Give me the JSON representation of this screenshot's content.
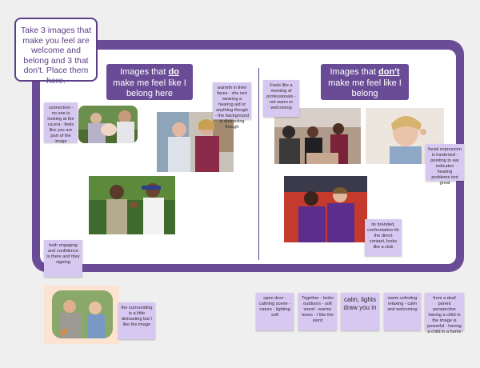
{
  "instruction": "Take 3 images that make you feel are welcome and belong and 3 that don't. Place them here.",
  "left_header": {
    "prefix": "Images that ",
    "emph": "do",
    "suffix": " make me feel like I belong here"
  },
  "right_header": {
    "prefix": "Images that ",
    "emph": "don't",
    "suffix": " make me feel like I belong"
  },
  "notes": {
    "connection": "connection - no one is looking at the ca,era - feels like you are part of the image",
    "warmth": "warmth in their faces - she isnt wearing a hearing aid or anything though - the background is distracting though",
    "engaging": "both engaging and confidence is there and they signing",
    "meeting": "Feels like a meeting of professionals - not warm or welcoming",
    "facial": "facial expression is hardened - pointing to ear indicates hearing problems isnt great",
    "branded": "its branded, confrontation ith the direct contact, looks like a club",
    "surrounding": "the surrounding is a little distracting but I like the image",
    "open_door": "open door - calming scene - nature - lighting soft",
    "together": "Together - looks outdoors - soft wood - warms tones - I like the word",
    "calm": "calm, lights draw you in",
    "warm_comforting": "warm cofroting relaxing - calm and welcoming",
    "deaf_parent": "from a deaf parent perspective having a child in the image is powerful - having a child in a home"
  },
  "colors": {
    "purple_frame": "#6a4c96",
    "sticky": "#d7c8f2",
    "canvas": "#efefef"
  }
}
